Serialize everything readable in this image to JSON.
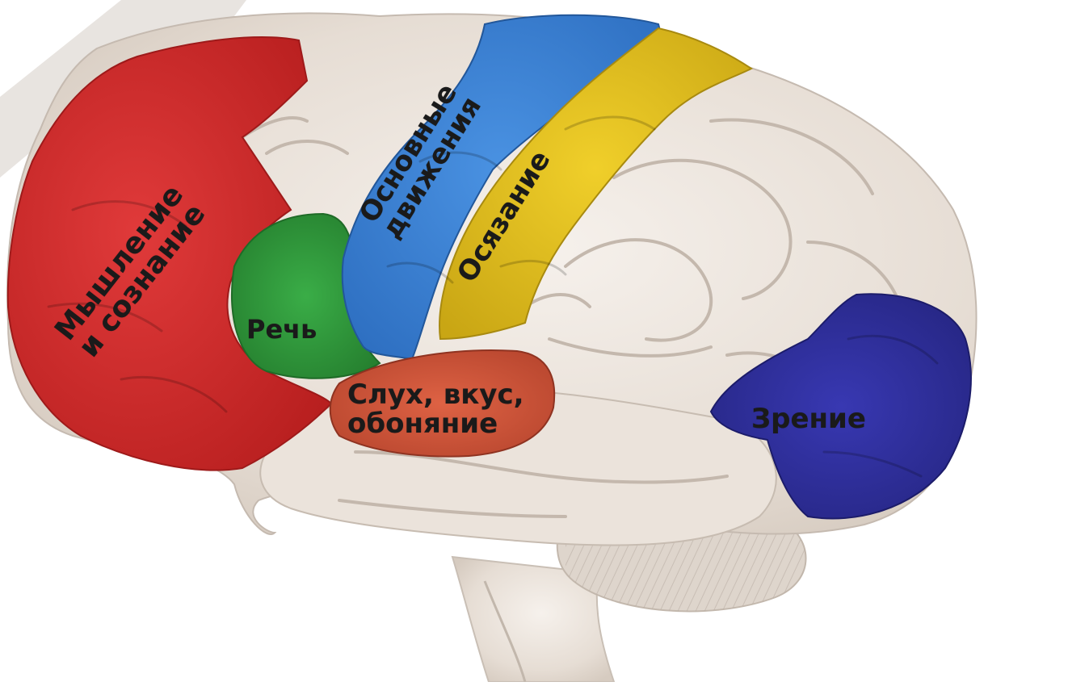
{
  "diagram": {
    "regions": [
      {
        "key": "thinking",
        "lines": [
          "Мышление",
          "и сознание"
        ],
        "color": "#d62b2b"
      },
      {
        "key": "speech",
        "lines": [
          "Речь"
        ],
        "color": "#2f9a3a"
      },
      {
        "key": "motor",
        "lines": [
          "Основные",
          "движения"
        ],
        "color": "#3c83d4"
      },
      {
        "key": "touch",
        "lines": [
          "Осязание"
        ],
        "color": "#e3c21e"
      },
      {
        "key": "hearing",
        "lines": [
          "Слух, вкус,",
          "обоняние"
        ],
        "color": "#d0553a"
      },
      {
        "key": "vision",
        "lines": [
          "Зрение"
        ],
        "color": "#2f2fa0"
      }
    ],
    "brain_color": "#ece5de",
    "brain_shadow_color": "#cfc6bd"
  }
}
